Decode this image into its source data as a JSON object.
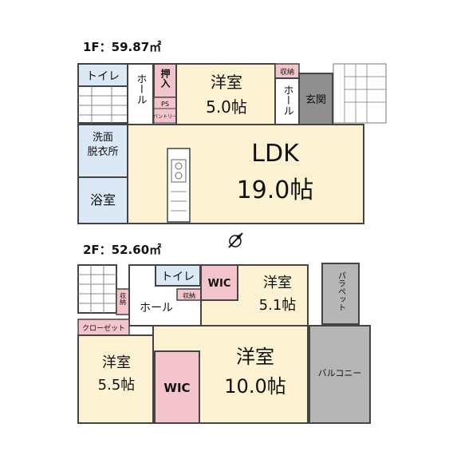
{
  "floor1": {
    "title": "1F：59.87㎡",
    "rooms": {
      "toilet": "トイレ",
      "hall_left": "ホール",
      "oshiire": "押入",
      "ps": "PS",
      "pantry": "パントリー",
      "western_name": "洋室",
      "western_size": "5.0帖",
      "storage": "収納",
      "hall_right": "ホール",
      "entrance": "玄関",
      "washroom_1": "洗面",
      "washroom_2": "脱衣所",
      "bath": "浴室",
      "ldk_name": "LDK",
      "ldk_size": "19.0帖"
    }
  },
  "floor2": {
    "title": "2F：52.60㎡",
    "rooms": {
      "toilet": "トイレ",
      "wic_small": "WIC",
      "storage_a": "収納",
      "storage_b": "収納",
      "hall": "ホール",
      "closet": "クローゼット",
      "western_a_name": "洋室",
      "western_a_size": "5.1帖",
      "parapet": "パラペット",
      "western_b_name": "洋室",
      "western_b_size": "5.5帖",
      "wic_large": "WIC",
      "western_c_name": "洋室",
      "western_c_size": "10.0帖",
      "balcony": "バルコニー"
    }
  },
  "colors": {
    "western": "#fdf3d2",
    "water": "#dbe8f5",
    "wic": "#f3c4cc",
    "entrance": "#8f8f8f",
    "balcony": "#b6b6b6",
    "wall": "#444444"
  }
}
